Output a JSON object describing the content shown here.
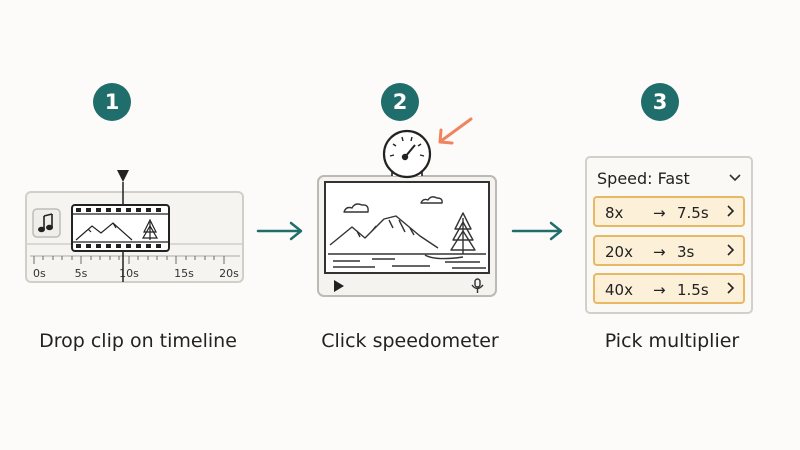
{
  "steps": [
    {
      "number": "1",
      "caption": "Drop clip on timeline"
    },
    {
      "number": "2",
      "caption": "Click speedometer"
    },
    {
      "number": "3",
      "caption": "Pick multiplier"
    }
  ],
  "timeline": {
    "ticks": [
      "0s",
      "5s",
      "10s",
      "15s",
      "20s"
    ],
    "track_icon": "music-note-icon"
  },
  "preview": {
    "controls": [
      "play-icon",
      "microphone-icon"
    ],
    "speed_control_icon": "speedometer-icon"
  },
  "speed_menu": {
    "selected": "Speed: Fast",
    "options": [
      {
        "multiplier": "8x",
        "arrow": "→",
        "duration": "7.5s"
      },
      {
        "multiplier": "20x",
        "arrow": "→",
        "duration": "3s"
      },
      {
        "multiplier": "40x",
        "arrow": "→",
        "duration": "1.5s"
      }
    ]
  },
  "colors": {
    "badge": "#1f6e6b",
    "flow_arrow": "#1f6e6b",
    "pointer_arrow": "#f0845f",
    "option_fill": "#fcf0d9",
    "option_border": "#e8b864"
  }
}
